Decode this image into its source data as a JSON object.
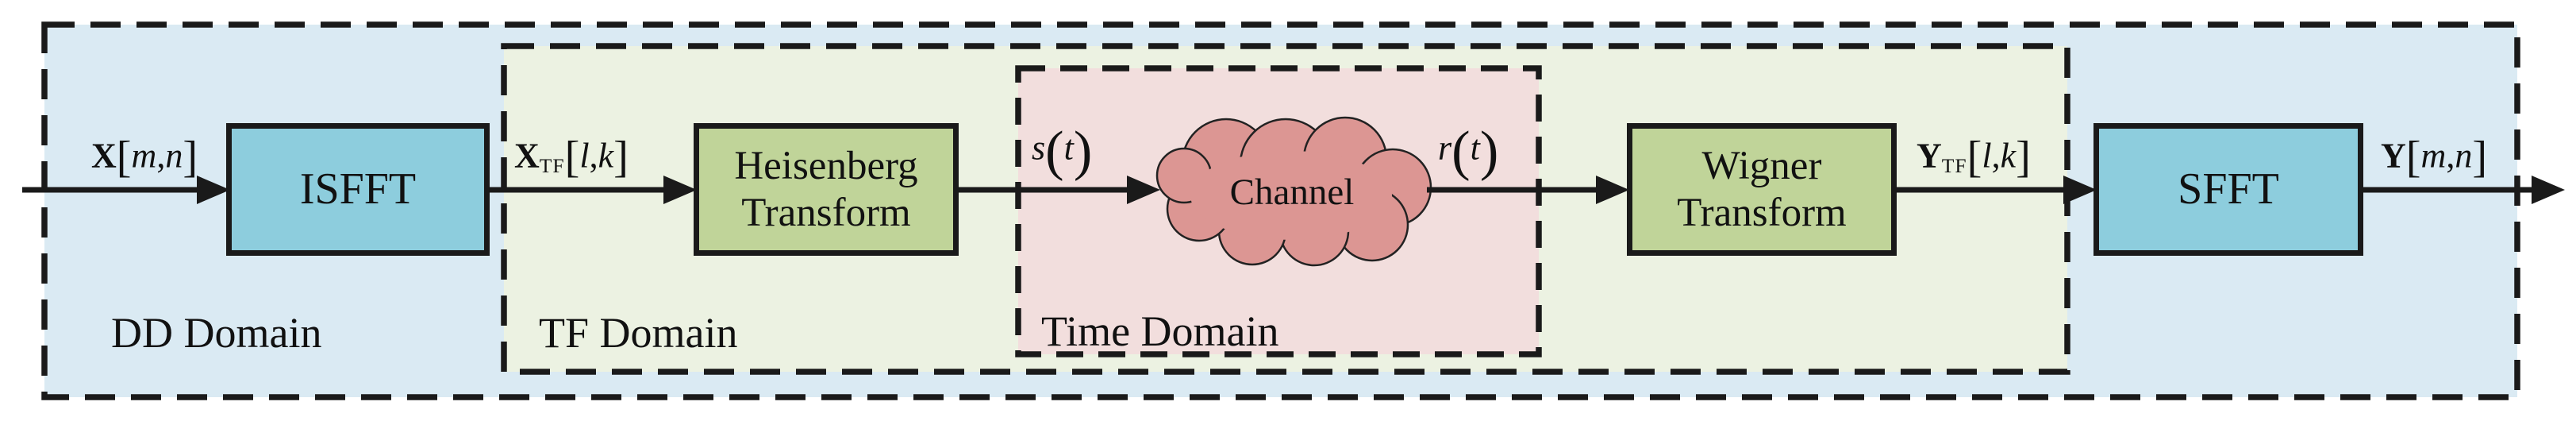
{
  "domains": {
    "dd": {
      "label": "DD Domain"
    },
    "tf": {
      "label": "TF Domain"
    },
    "time": {
      "label": "Time Domain"
    }
  },
  "blocks": {
    "isfft": {
      "label": "ISFFT"
    },
    "heisenberg": {
      "label": "Heisenberg Transform"
    },
    "channel": {
      "label": "Channel"
    },
    "wigner": {
      "label": "Wigner Transform"
    },
    "sfft": {
      "label": "SFFT"
    }
  },
  "signals": {
    "x_dd": {
      "symbol": "X",
      "sub": "",
      "open": "[",
      "arg1": "m",
      "comma": ",",
      "arg2": "n",
      "close": "]"
    },
    "x_tf": {
      "symbol": "X",
      "sub": "TF",
      "open": "[",
      "arg1": "l",
      "comma": ",",
      "arg2": "k",
      "close": "]"
    },
    "s_t": {
      "symbol": "s",
      "sub": "",
      "open": "(",
      "arg1": "t",
      "comma": "",
      "arg2": "",
      "close": ")"
    },
    "r_t": {
      "symbol": "r",
      "sub": "",
      "open": "(",
      "arg1": "t",
      "comma": "",
      "arg2": "",
      "close": ")"
    },
    "y_tf": {
      "symbol": "Y",
      "sub": "TF",
      "open": "[",
      "arg1": "l",
      "comma": ",",
      "arg2": "k",
      "close": "]"
    },
    "y_dd": {
      "symbol": "Y",
      "sub": "",
      "open": "[",
      "arg1": "m",
      "comma": ",",
      "arg2": "n",
      "close": "]"
    }
  },
  "colors": {
    "dd_bg": "#daeaf3",
    "tf_bg": "#ecf2e2",
    "time_bg": "#f2dedd",
    "blue_block": "#8dcddd",
    "green_block": "#c0d499",
    "cloud_fill": "#dc9693",
    "line": "#1a1a1a"
  }
}
